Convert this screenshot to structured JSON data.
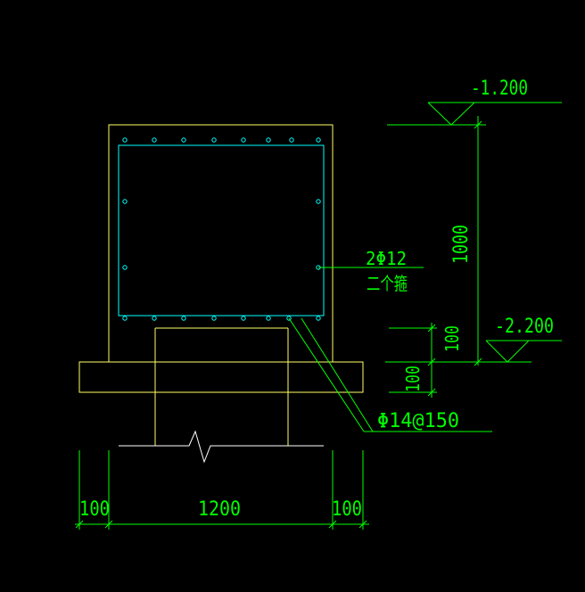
{
  "colors": {
    "background": "#000000",
    "concrete_outline": "#ffff66",
    "rebar": "#00ffff",
    "dimension": "#00ff00"
  },
  "elevations": {
    "top": "-1.200",
    "bottom": "-2.200"
  },
  "dimensions": {
    "height_total": "1000",
    "height_upper": "100",
    "height_lower": "100",
    "width_left": "100",
    "width_main": "1200",
    "width_right": "100"
  },
  "annotations": {
    "side_bar_count": "2Φ12",
    "side_bar_note": "二个箍",
    "bottom_bar": "Φ14@150"
  },
  "icons": {
    "break_line": "break-line-icon",
    "elevation_marker": "elevation-triangle-icon"
  }
}
